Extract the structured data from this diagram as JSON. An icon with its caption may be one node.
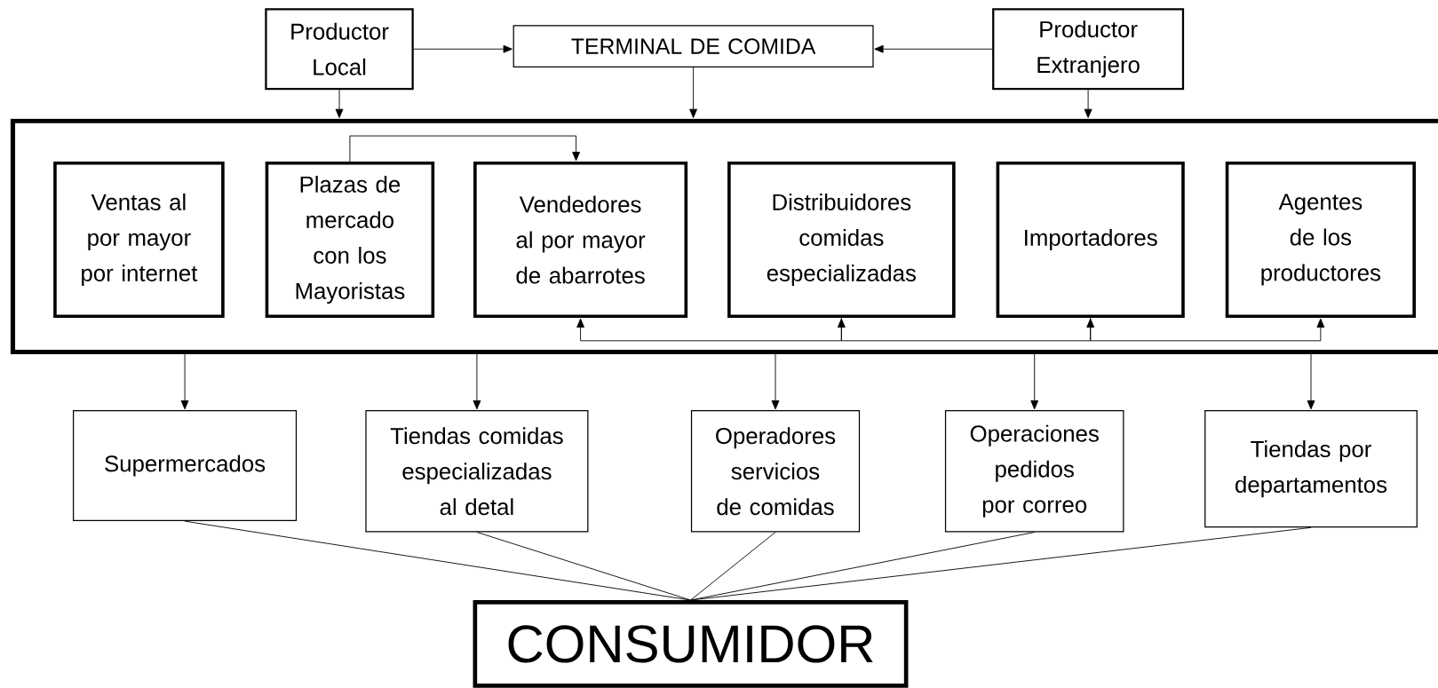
{
  "diagram": {
    "nodes": [
      {
        "text": [
          "Productor Local"
        ]
      },
      {
        "text": [
          "TERMINAL DE COMIDA"
        ]
      },
      {
        "text": [
          "Productor Extranjero"
        ]
      },
      {
        "text": [],
        "shape": "box"
      },
      {
        "text": [
          "Ventas al por mayor por internet"
        ],
        "in": 3
      },
      {
        "text": [
          "Plazas de mercado con los Mayoristas"
        ],
        "in": 3
      },
      {
        "text": [
          "Vendedores al por mayor de abarrotes"
        ],
        "in": 3
      },
      {
        "text": [
          "Distribuidores comidas especializadas"
        ],
        "in": 3
      },
      {
        "text": [
          "Importadores"
        ],
        "in": 3
      },
      {
        "text": [
          "Agentes de los productores"
        ],
        "in": 3
      },
      {
        "text": [
          "Supermercados"
        ]
      },
      {
        "text": [
          "Tiendas comidas especializadas al detal"
        ]
      },
      {
        "text": [
          "Operadores servicios de comidas"
        ]
      },
      {
        "text": [
          "Operaciones pedidos por correo"
        ]
      },
      {
        "text": [
          "Tiendas por departamentos"
        ]
      },
      {
        "text": [
          "CONSUMIDOR"
        ]
      }
    ],
    "edges": [
      {
        "from": 0,
        "to": 1,
        "arrow": "to"
      },
      {
        "from": 2,
        "to": 1,
        "arrow": "to"
      },
      {
        "from": 0,
        "to": 3,
        "arrow": "to"
      },
      {
        "from": 1,
        "to": 3,
        "arrow": "to"
      },
      {
        "from": 2,
        "to": 3,
        "arrow": "to"
      },
      {
        "from": 5,
        "to": 6,
        "arrow": "to"
      },
      {
        "from": 6,
        "to": 7,
        "arrow": "both"
      },
      {
        "from": 7,
        "to": 8,
        "arrow": "to"
      },
      {
        "from": 8,
        "to": 9,
        "arrow": "to"
      },
      {
        "from": 3,
        "to": 10,
        "arrow": "to"
      },
      {
        "from": 3,
        "to": 11,
        "arrow": "to"
      },
      {
        "from": 3,
        "to": 12,
        "arrow": "to"
      },
      {
        "from": 3,
        "to": 13,
        "arrow": "to"
      },
      {
        "from": 3,
        "to": 14,
        "arrow": "to"
      },
      {
        "from": 10,
        "to": 15,
        "arrow": "none"
      },
      {
        "from": 11,
        "to": 15,
        "arrow": "none"
      },
      {
        "from": 12,
        "to": 15,
        "arrow": "none"
      },
      {
        "from": 13,
        "to": 15,
        "arrow": "none"
      },
      {
        "from": 14,
        "to": 15,
        "arrow": "none"
      }
    ]
  }
}
